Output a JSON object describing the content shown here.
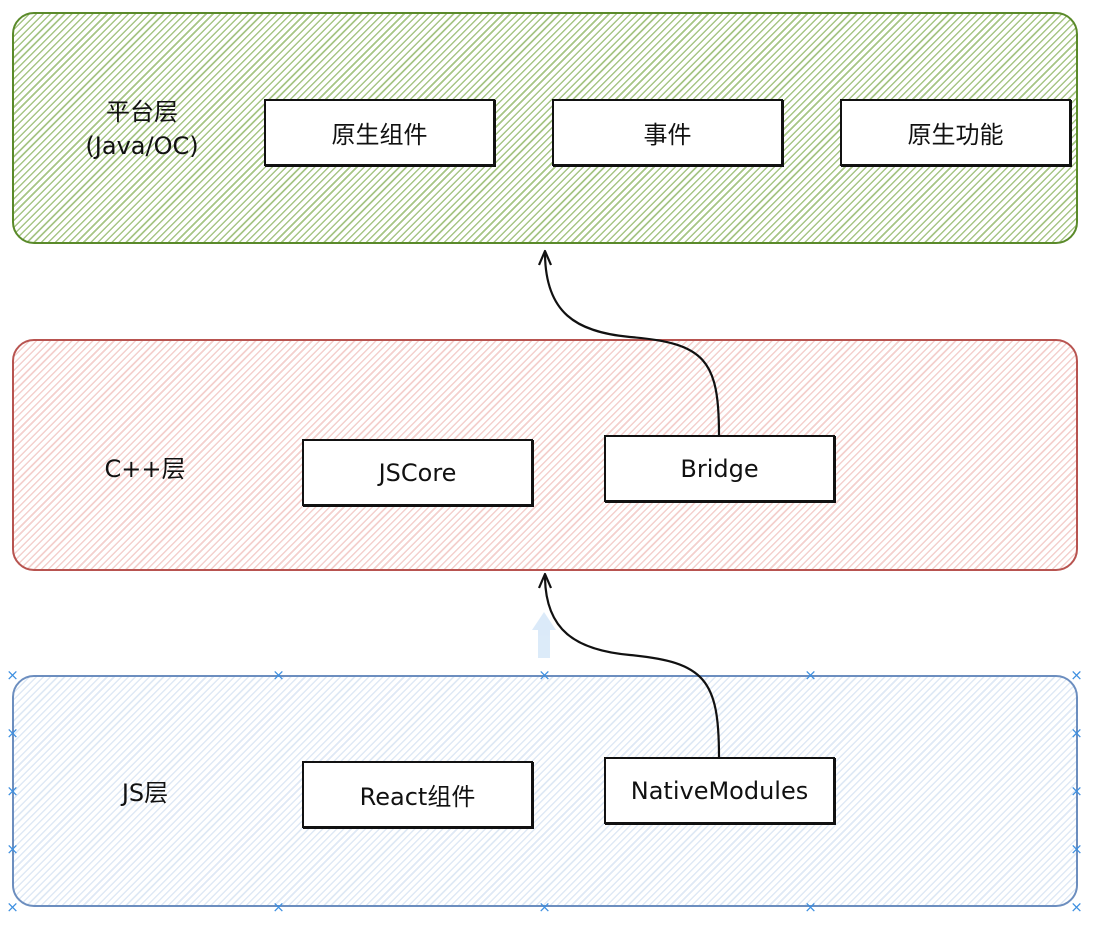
{
  "layers": {
    "platform": {
      "label_line1": "平台层",
      "label_line2": "(Java/OC)",
      "boxes": [
        "原生组件",
        "事件",
        "原生功能"
      ],
      "stroke_color": "#5a8a2a",
      "fill_color": "#5f9623"
    },
    "cpp": {
      "label": "C++层",
      "boxes": [
        "JSCore",
        "Bridge"
      ],
      "stroke_color": "#b85450",
      "fill_color": "#e6968f"
    },
    "js": {
      "label": "JS层",
      "boxes": [
        "React组件",
        "NativeModules"
      ],
      "stroke_color": "#6c8ebf",
      "fill_color": "#afc8e6",
      "selected": true
    }
  },
  "arrows": [
    {
      "from": "NativeModules",
      "to": "cpp-layer"
    },
    {
      "from": "Bridge",
      "to": "platform-layer"
    }
  ],
  "icons": {
    "selection_handle": "selection-handle-icon",
    "arrowhead": "open-arrowhead-icon"
  }
}
